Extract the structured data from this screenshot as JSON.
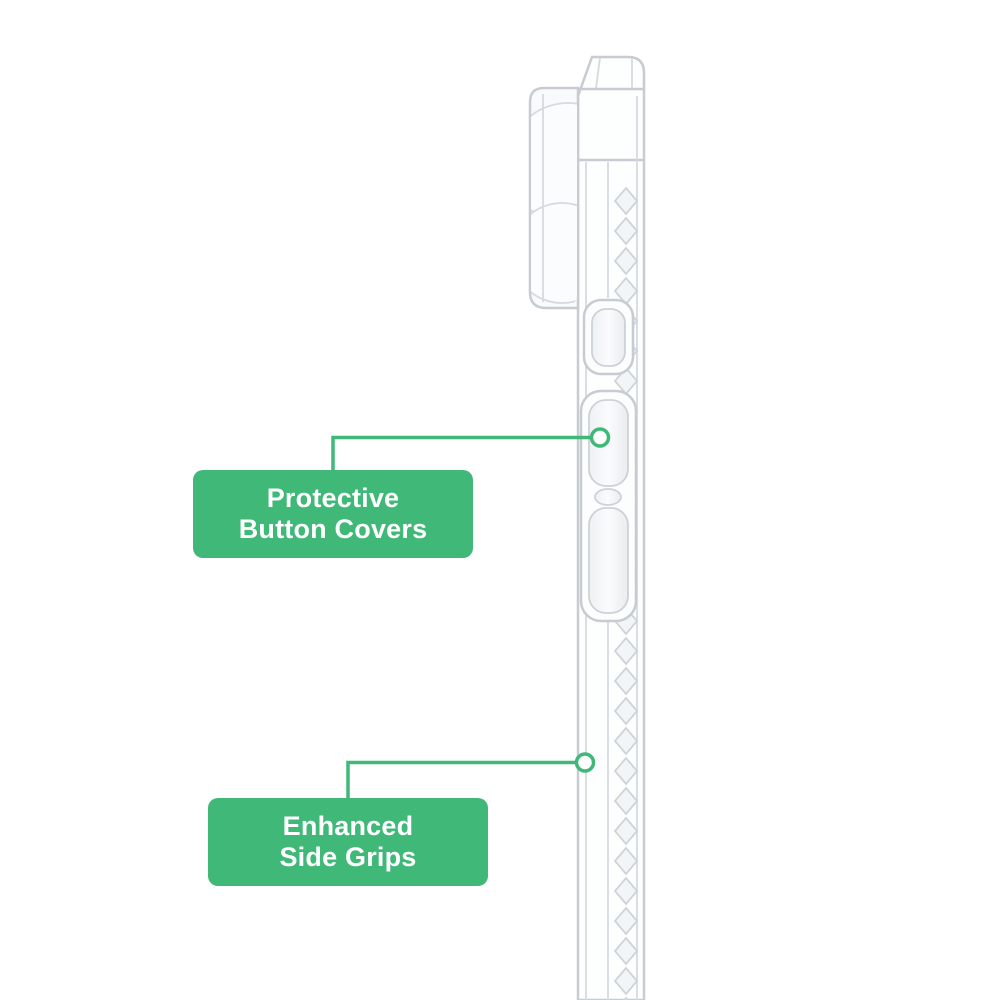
{
  "colors": {
    "accent_green": "#3fb878",
    "case_stroke": "#c6ccd1"
  },
  "callouts": [
    {
      "id": "protective-button-covers",
      "line1": "Protective",
      "line2": "Button Covers"
    },
    {
      "id": "enhanced-side-grips",
      "line1": "Enhanced",
      "line2": "Side Grips"
    }
  ],
  "illustration": {
    "subject": "clear-phone-case-side-view",
    "parts": [
      "top-bumper",
      "camera-bump",
      "button-covers",
      "side-grip-texture",
      "case-body"
    ]
  }
}
